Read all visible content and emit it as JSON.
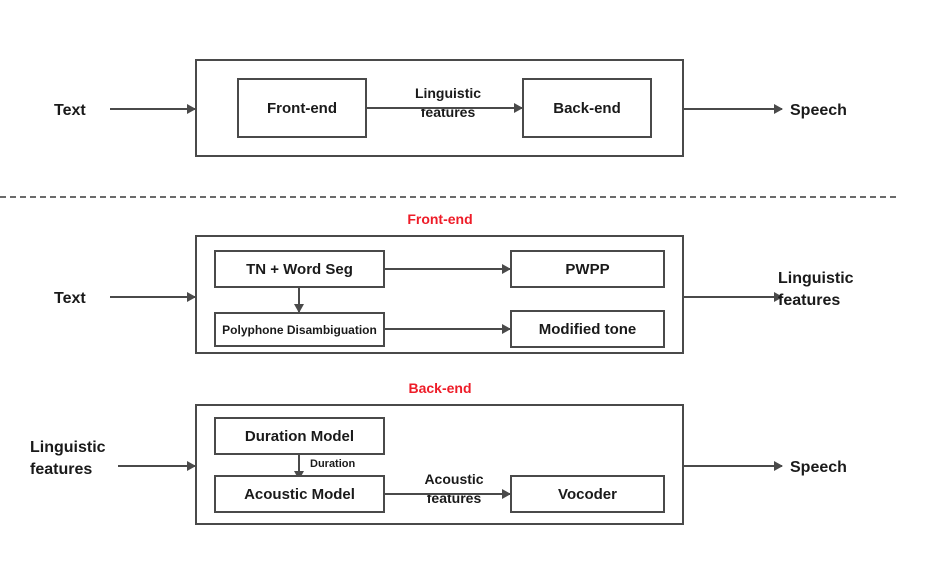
{
  "diagram": {
    "title": "Text-to-Speech pipeline overview",
    "accent_red": "#ee1c28",
    "line_color": "#4a4a4a",
    "background": "#ffffff"
  },
  "overview": {
    "input_label": "Text",
    "output_label": "Speech",
    "modules": [
      {
        "id": "front-end",
        "label": "Front-end"
      },
      {
        "id": "back-end",
        "label": "Back-end"
      }
    ],
    "edge_label": "Linguistic\nfeatures",
    "edge_label_line1": "Linguistic",
    "edge_label_line2": "features"
  },
  "frontend_detail": {
    "section_title": "Front-end",
    "input_label": "Text",
    "output_label_line1": "Linguistic",
    "output_label_line2": "features",
    "modules": [
      {
        "id": "tn-word-seg",
        "label": "TN + Word Seg"
      },
      {
        "id": "pwpp",
        "label": "PWPP"
      },
      {
        "id": "polyphone-disambiguation",
        "label": "Polyphone Disambiguation"
      },
      {
        "id": "modified-tone",
        "label": "Modified tone"
      }
    ]
  },
  "backend_detail": {
    "section_title": "Back-end",
    "input_label_line1": "Linguistic",
    "input_label_line2": "features",
    "output_label": "Speech",
    "modules": [
      {
        "id": "duration-model",
        "label": "Duration Model"
      },
      {
        "id": "acoustic-model",
        "label": "Acoustic Model"
      },
      {
        "id": "vocoder",
        "label": "Vocoder"
      }
    ],
    "edge_duration": "Duration",
    "edge_acoustic_line1": "Acoustic",
    "edge_acoustic_line2": "features"
  }
}
